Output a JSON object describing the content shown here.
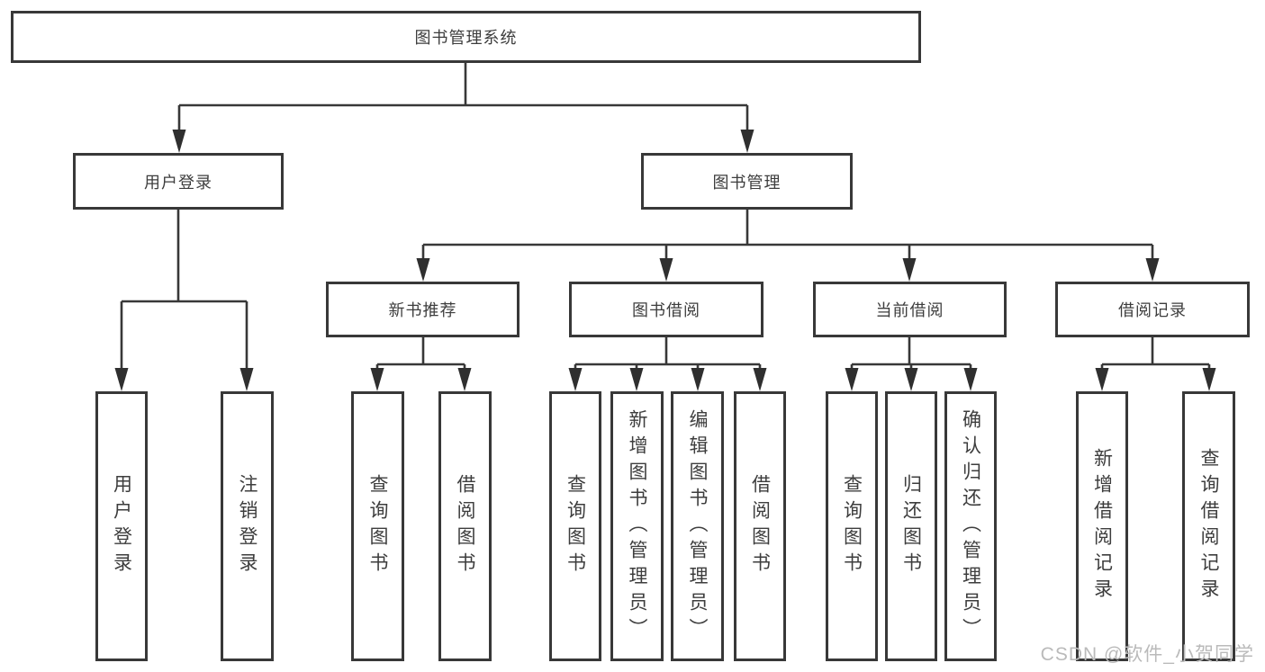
{
  "diagram": {
    "title_node": {
      "label": "图书管理系统"
    },
    "level2": [
      {
        "label": "用户登录"
      },
      {
        "label": "图书管理"
      }
    ],
    "level3": [
      {
        "label": "新书推荐"
      },
      {
        "label": "图书借阅"
      },
      {
        "label": "当前借阅"
      },
      {
        "label": "借阅记录"
      }
    ],
    "leaves": {
      "user_login": [
        "用户登录",
        "注销登录"
      ],
      "new_book_recommend": [
        "查询图书",
        "借阅图书"
      ],
      "book_borrow": [
        "查询图书",
        "新增图书（管理员）",
        "编辑图书（管理员）",
        "借阅图书"
      ],
      "current_borrow": [
        "查询图书",
        "归还图书",
        "确认归还（管理员）"
      ],
      "borrow_records": [
        "新增借阅记录",
        "查询借阅记录"
      ]
    },
    "colors": {
      "line": "#383838",
      "text": "#3d3d3d",
      "background": "#ffffff",
      "watermark": "#bababa"
    }
  },
  "watermark": {
    "text": "CSDN @软件_小贺同学"
  }
}
